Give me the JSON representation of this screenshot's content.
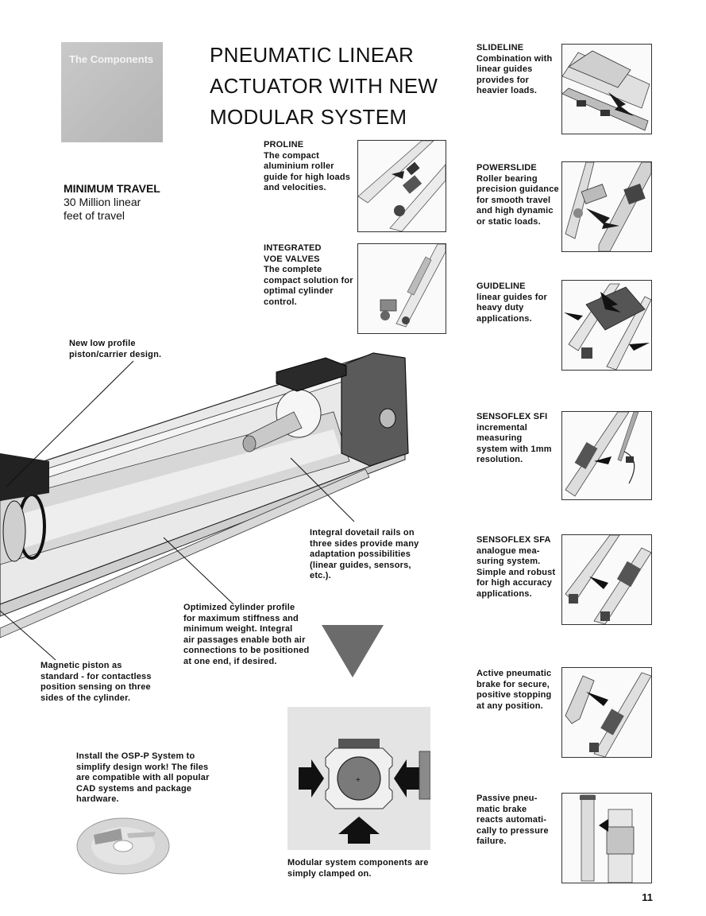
{
  "section": {
    "label": "The Components"
  },
  "title": {
    "lines": [
      "PNEUMATIC LINEAR",
      "ACTUATOR WITH NEW",
      "MODULAR SYSTEM"
    ]
  },
  "travel": {
    "line1": "MINIMUM TRAVEL",
    "line2": "30 Million linear",
    "line3": "feet of travel"
  },
  "center_items": [
    {
      "name": "PROLINE",
      "text": [
        "The compact",
        "aluminium roller",
        "guide for high loads",
        "and velocities."
      ]
    },
    {
      "name": "INTEGRATED",
      "text": [
        "VOE VALVES",
        "The complete",
        "compact solution for",
        "optimal cylinder",
        "control."
      ]
    }
  ],
  "right_items": [
    {
      "name": "SLIDELINE",
      "text": [
        "Combination with",
        "linear guides",
        "provides for",
        "heavier loads."
      ]
    },
    {
      "name": "POWERSLIDE",
      "text": [
        "Roller bearing",
        "precision guidance",
        "for smooth travel",
        "and high dynamic",
        "or static loads."
      ]
    },
    {
      "name": "GUIDELINE",
      "text": [
        "linear guides for",
        "heavy duty",
        "applications."
      ]
    },
    {
      "name": "SENSOFLEX SFI",
      "text": [
        "incremental",
        "measuring",
        "system with 1mm",
        "resolution."
      ]
    },
    {
      "name": "SENSOFLEX SFA",
      "text": [
        "analogue mea-",
        "suring system.",
        "Simple and robust",
        "for high accuracy",
        "applications."
      ]
    },
    {
      "name": "Active pneumatic",
      "text": [
        "brake for secure,",
        "positive stopping",
        "at any position."
      ]
    },
    {
      "name": "Passive pneu-",
      "text": [
        "matic brake",
        "reacts automati-",
        "cally to pressure",
        "failure."
      ]
    }
  ],
  "callouts": {
    "piston": [
      "New low profile",
      "piston/carrier design."
    ],
    "rails": [
      "Integral dovetail rails on",
      "three sides provide many",
      "adaptation possibilities",
      "(linear guides, sensors,",
      "etc.)."
    ],
    "profile": [
      "Optimized cylinder profile",
      "for maximum stiffness and",
      "minimum weight. Integral",
      "air passages enable both air",
      "connections to be positioned",
      "at one end, if desired."
    ],
    "magnetic": [
      "Magnetic piston as",
      "standard - for contactless",
      "position sensing on three",
      "sides of the cylinder."
    ],
    "install": [
      "Install the OSP-P System to",
      "simplify design work! The files",
      "are compatible with all popular",
      "CAD systems and package",
      "hardware."
    ],
    "clamped": [
      "Modular system components are",
      "simply clamped on."
    ]
  },
  "page_number": "11",
  "colors": {
    "section_box": "#bcbcbc",
    "arrow": "#6b6b6b",
    "dark": "#1a1a1a"
  }
}
